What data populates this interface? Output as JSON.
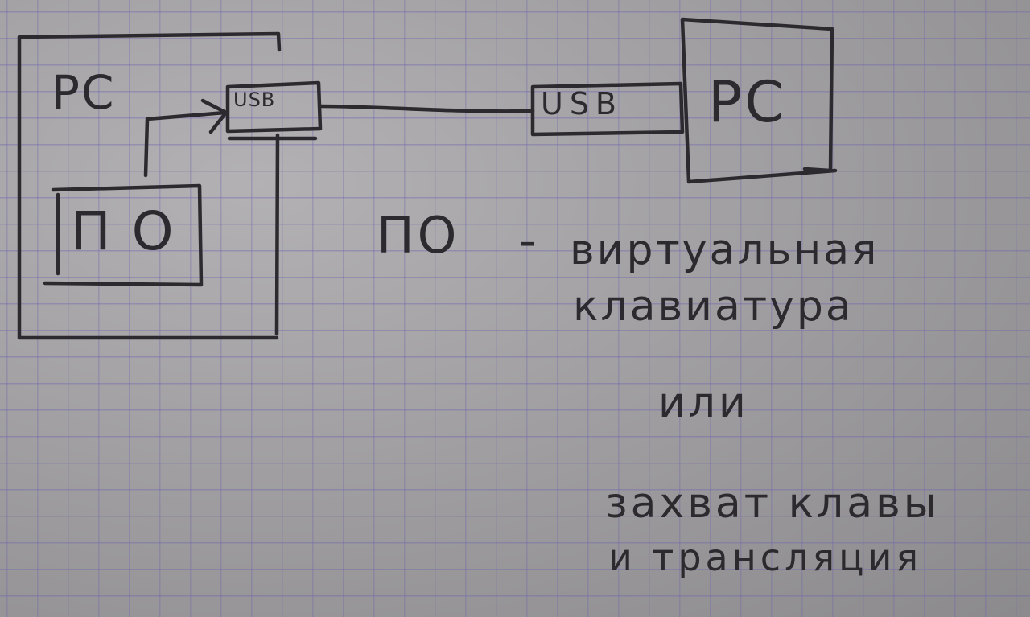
{
  "left_pc": {
    "label": "PC"
  },
  "left_usb": {
    "label": "USB"
  },
  "software_box": {
    "label": "ПО"
  },
  "right_usb": {
    "label": "USB"
  },
  "right_pc": {
    "label": "PC"
  },
  "note": {
    "subject": "ПО",
    "dash": "-",
    "option1_line1": "виртуальная",
    "option1_line2": "клавиатура",
    "or": "или",
    "option2_line1": "захват клавы",
    "option2_line2": "и трансляция"
  },
  "colors": {
    "ink": "#2c2a2e",
    "paper": "#aaa8ab",
    "grid": "#6e64af"
  }
}
